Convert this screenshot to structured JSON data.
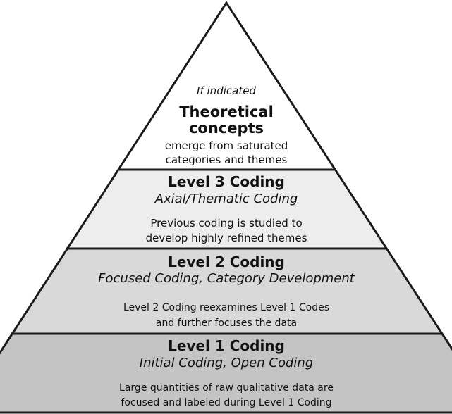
{
  "pyramid": {
    "outline_color": "#1a1a1a",
    "levels": [
      {
        "key": "theory",
        "fill": "#ffffff",
        "note": "If indicated",
        "title_lines": [
          "Theoretical",
          "concepts"
        ],
        "desc_lines": [
          "emerge from saturated",
          "categories and themes"
        ]
      },
      {
        "key": "level3",
        "fill": "#ededed",
        "title": "Level 3  Coding",
        "subtitle": "Axial/Thematic Coding",
        "desc_lines": [
          "Previous coding is studied to",
          "develop highly refined themes"
        ]
      },
      {
        "key": "level2",
        "fill": "#d9d9d9",
        "title": "Level 2 Coding",
        "subtitle": "Focused Coding, Category Development",
        "desc_lines": [
          "Level 2 Coding reexamines Level 1 Codes",
          "and further focuses the data"
        ]
      },
      {
        "key": "level1",
        "fill": "#c4c4c4",
        "title": "Level 1 Coding",
        "subtitle": "Initial Coding, Open Coding",
        "desc_lines": [
          "Large quantities of raw qualitative data are",
          "focused and labeled during Level 1 Coding"
        ]
      }
    ]
  }
}
